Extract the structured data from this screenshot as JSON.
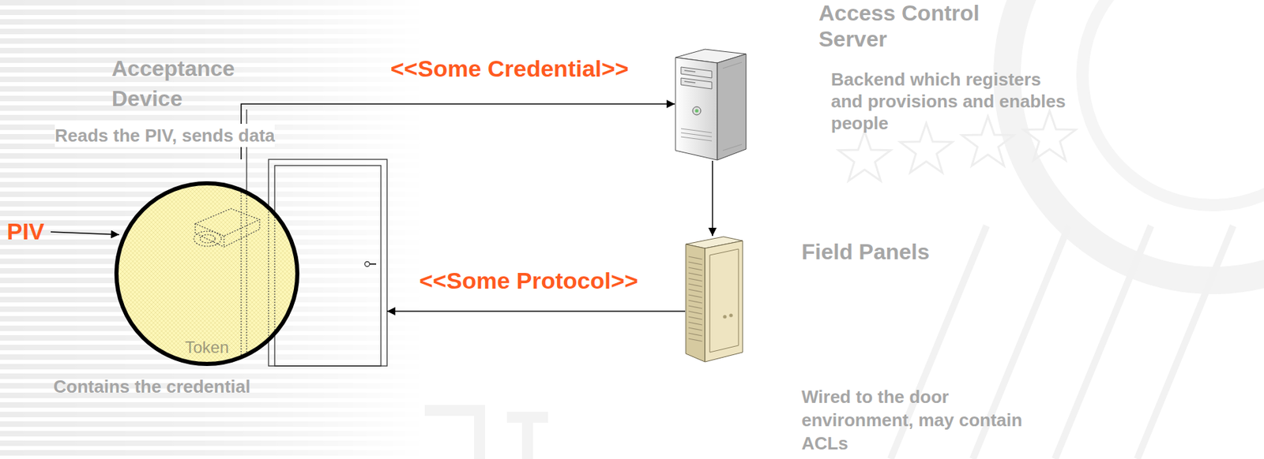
{
  "diagram": {
    "nodes": [
      {
        "text": [
          "Acceptance Device",
          "Reads the PIV, sends data"
        ]
      },
      {
        "text": [
          "Access Control Server",
          "Backend which registers and provisions and enables people"
        ]
      },
      {
        "text": [
          "Token",
          "Contains the credential"
        ]
      },
      {
        "text": [
          "Field Panels",
          "Wired to the door environment, may contain ACLs"
        ]
      }
    ],
    "edges": [
      {
        "from": 0,
        "to": 1,
        "arrow": "to",
        "label": "<<Some Credential>>"
      },
      {
        "from": 1,
        "to": 3,
        "arrow": "to"
      },
      {
        "from": 3,
        "to": 0,
        "arrow": "to",
        "label": "<<Some Protocol>>"
      }
    ],
    "labels": [
      "PIV"
    ]
  }
}
